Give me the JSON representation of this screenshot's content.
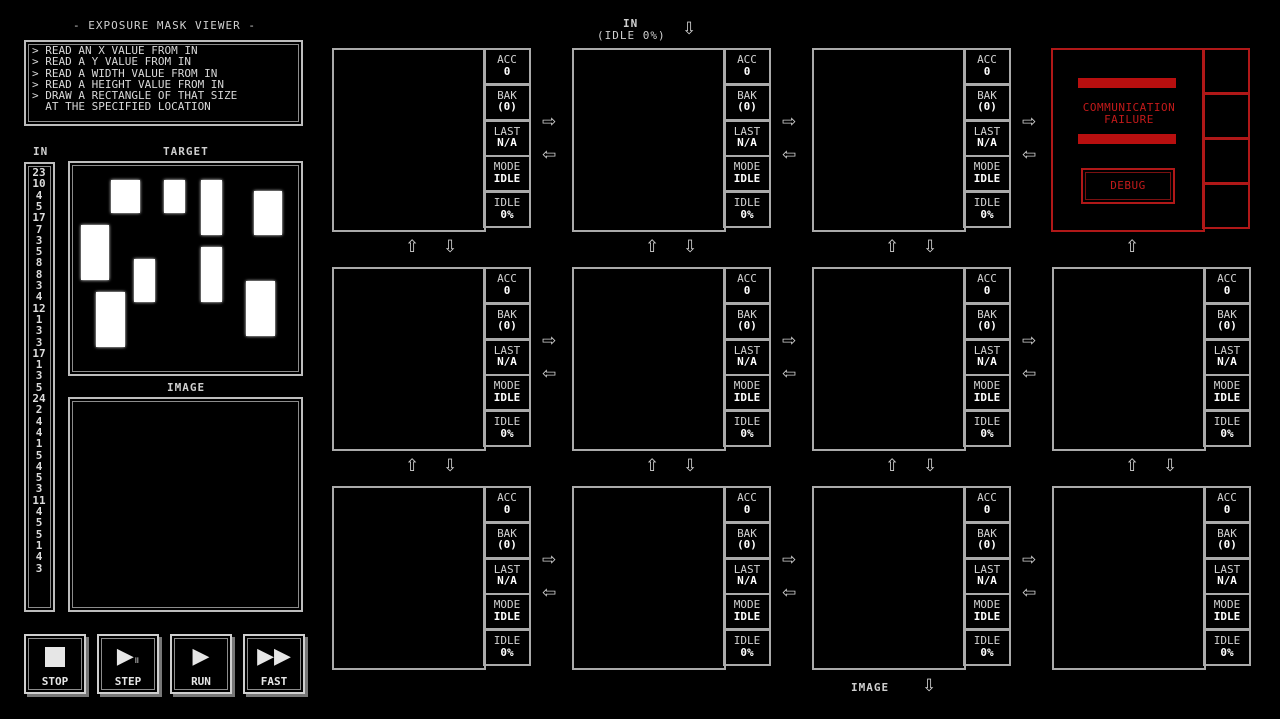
{
  "header": {
    "title": "- EXPOSURE MASK VIEWER -"
  },
  "description": "> READ AN X VALUE FROM IN\n> READ A Y VALUE FROM IN\n> READ A WIDTH VALUE FROM IN\n> READ A HEIGHT VALUE FROM IN\n> DRAW A RECTANGLE OF THAT SIZE\n  AT THE SPECIFIED LOCATION",
  "panels": {
    "in_label": "IN",
    "target_label": "TARGET",
    "image_label": "IMAGE"
  },
  "in_values": [
    "23",
    "10",
    "4",
    "5",
    "17",
    "7",
    "3",
    "5",
    "8",
    "8",
    "3",
    "4",
    "12",
    "1",
    "3",
    "3",
    "17",
    "1",
    "3",
    "5",
    "24",
    "2",
    "4",
    "4",
    "1",
    "5",
    "4",
    "5",
    "3",
    "11",
    "4",
    "5",
    "5",
    "1",
    "4",
    "3"
  ],
  "top_io": {
    "label": "IN",
    "status": "(IDLE 0%)"
  },
  "bottom_io": {
    "label": "IMAGE"
  },
  "node_regs": {
    "acc": {
      "label": "ACC",
      "value": "0"
    },
    "bak": {
      "label": "BAK",
      "value": "(0)"
    },
    "last": {
      "label": "LAST",
      "value": "N/A"
    },
    "mode": {
      "label": "MODE",
      "value": "IDLE"
    },
    "idle": {
      "label": "IDLE",
      "value": "0%"
    }
  },
  "failure": {
    "line1": "COMMUNICATION",
    "line2": "FAILURE",
    "debug_label": "DEBUG"
  },
  "controls": {
    "stop": "STOP",
    "step": "STEP",
    "run": "RUN",
    "fast": "FAST"
  },
  "icons": {
    "up": "⇧",
    "down": "⇩",
    "right": "⇨",
    "left": "⇦"
  },
  "colors": {
    "failure": "#b80f0f",
    "frame": "#bdbdbd"
  }
}
